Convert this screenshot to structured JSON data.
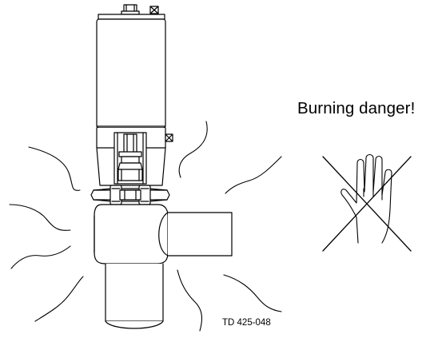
{
  "warning": {
    "title": "Burning danger!"
  },
  "drawing": {
    "code": "TD 425-048"
  },
  "icons": {
    "valve": "valve-actuator-illustration",
    "heat": "heat-wave-lines",
    "prohibition": "crossed-out-hand-icon"
  },
  "colors": {
    "stroke": "#000000",
    "background": "#ffffff"
  }
}
